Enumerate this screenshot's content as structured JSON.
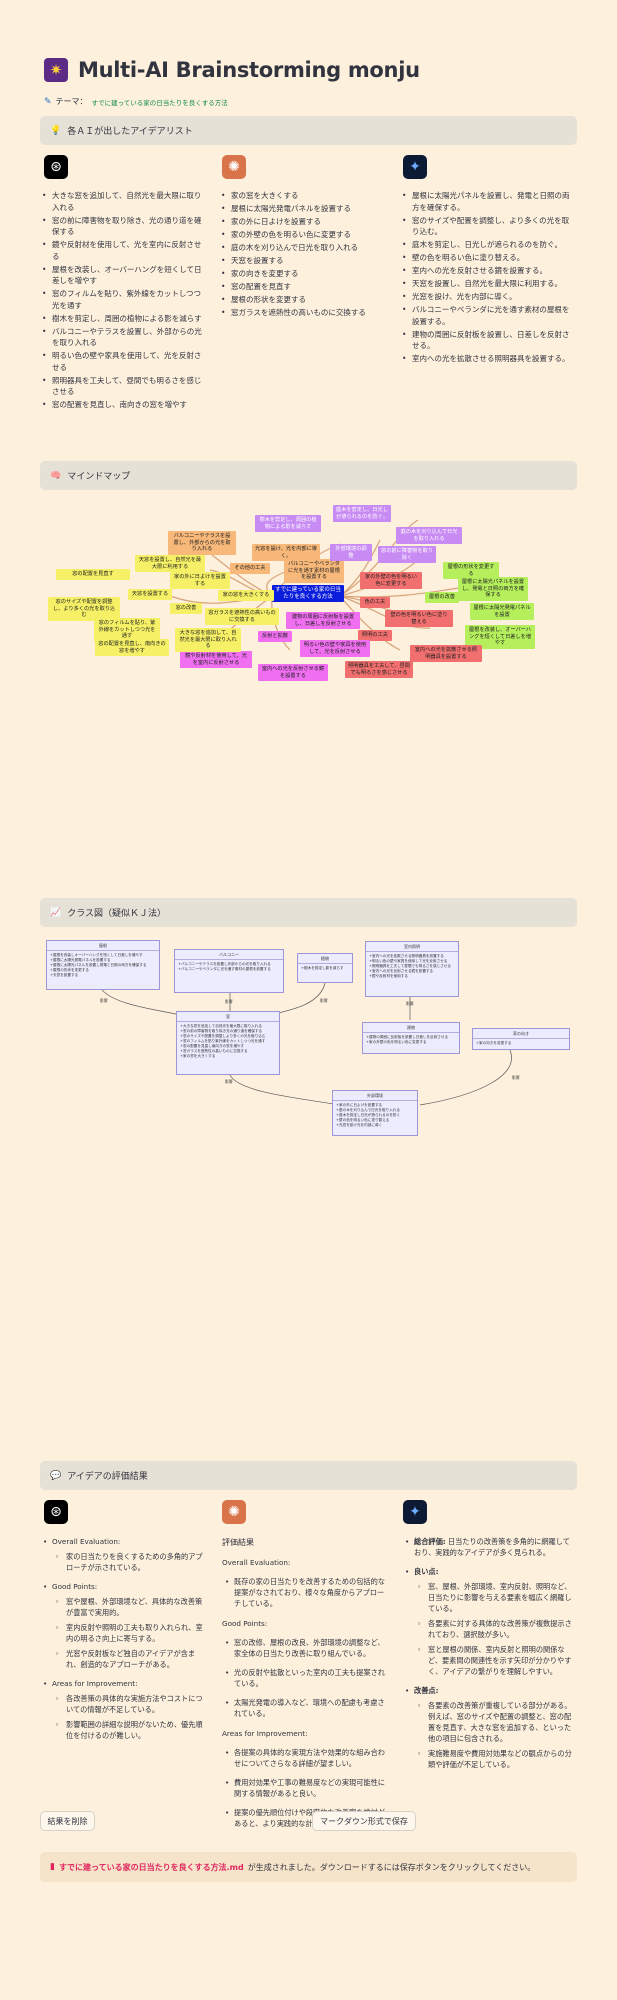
{
  "header": {
    "title": "Multi-AI Brainstorming monju",
    "theme_label": "テーマ：",
    "theme_value": "すでに建っている家の日当たりを良くする方法"
  },
  "sections": {
    "ideas": "各ＡＩが出したアイデアリスト",
    "mindmap": "マインドマップ",
    "cluster": "クラス図（疑似ＫＪ法）",
    "evaluation": "アイデアの評価結果"
  },
  "icons": {
    "app_logo": "sparkle-icon",
    "ideas": "lightbulb-icon",
    "mindmap": "brain-icon",
    "cluster": "chart-icon",
    "evaluation": "speech-bubble-icon",
    "gpt": "openai-logo-icon",
    "claude": "claude-logo-icon",
    "gemini": "gemini-logo-icon"
  },
  "ideas": {
    "gpt": [
      "大きな窓を追加して、自然光を最大限に取り入れる",
      "窓の前に障害物を取り除き、光の通り道を確保する",
      "鏡や反射材を使用して、光を室内に反射させる",
      "屋根を改装し、オーバーハングを短くして日差しを増やす",
      "窓のフィルムを貼り、紫外線をカットしつつ光を通す",
      "樹木を剪定し、周囲の植物による影を減らす",
      "バルコニーやテラスを設置し、外部からの光を取り入れる",
      "明るい色の壁や家具を使用して、光を反射させる",
      "照明器具を工夫して、昼間でも明るさを感じさせる",
      "窓の配置を見直し、南向きの窓を増やす"
    ],
    "claude": [
      "家の窓を大きくする",
      "屋根に太陽光発電パネルを設置する",
      "家の外に日よけを設置する",
      "家の外壁の色を明るい色に変更する",
      "庭の木を刈り込んで日光を取り入れる",
      "天窓を設置する",
      "家の向きを変更する",
      "窓の配置を見直す",
      "屋根の形状を変更する",
      "窓ガラスを遮熱性の高いものに交換する"
    ],
    "gemini": [
      "屋根に太陽光パネルを設置し、発電と日照の両方を確保する。",
      "窓のサイズや配置を調整し、より多くの光を取り込む。",
      "庭木を剪定し、日光しが遮られるのを防ぐ。",
      "壁の色を明るい色に塗り替える。",
      "室内への光を反射させる鏡を設置する。",
      "天窓を設置し、自然光を最大限に利用する。",
      "光窓を設け、光を内部に導く。",
      "バルコニーやベランダに光を通す素材の屋根を設置する。",
      "建物の周囲に反射板を設置し、日差しを反射させる。",
      "室内への光を拡散させる照明器具を設置する。"
    ]
  },
  "mindmap": {
    "center": "すでに建っている家の日当たりを良くする方法",
    "nodes": [
      {
        "text": "バルコニーやテラスを設置し、外部からの光を取り入れる",
        "color": "orange"
      },
      {
        "text": "光窓を設け、光を内部に導く。",
        "color": "orange"
      },
      {
        "text": "その他の工夫",
        "color": "orange"
      },
      {
        "text": "バルコニーやベランダに光を通す素材の屋根を設置する",
        "color": "orange"
      },
      {
        "text": "樹木を剪定し、周囲の植物による影を減らす",
        "color": "violet"
      },
      {
        "text": "庭木を剪定し、日光しが遮られるのを防ぐ。",
        "color": "violet"
      },
      {
        "text": "庭の木を刈り込んで日光を取り入れる",
        "color": "violet"
      },
      {
        "text": "外部環境の調整",
        "color": "violet"
      },
      {
        "text": "窓の前に障害物を取り除く",
        "color": "violet"
      },
      {
        "text": "家の外壁の色を明るい色に変更する",
        "color": "red"
      },
      {
        "text": "色の工夫",
        "color": "red"
      },
      {
        "text": "壁の色を明るい色に塗り替える",
        "color": "red"
      },
      {
        "text": "屋根の形状を変更する",
        "color": "lime"
      },
      {
        "text": "屋根の改善",
        "color": "lime"
      },
      {
        "text": "屋根に太陽光パネルを設置し、発電と日照の両方を確保する",
        "color": "lime"
      },
      {
        "text": "屋根に太陽光発電パネルを設置",
        "color": "lime"
      },
      {
        "text": "屋根を改装し、オーバーハングを短くして日差しを増やす",
        "color": "lime"
      },
      {
        "text": "照明の工夫",
        "color": "red"
      },
      {
        "text": "室内への光を拡散させる照明器具を設置する",
        "color": "red"
      },
      {
        "text": "照明器具を工夫して、昼間でも明るさを感じさせる",
        "color": "red"
      },
      {
        "text": "反射と拡散",
        "color": "magenta"
      },
      {
        "text": "明るい色の壁や家具を使用して、光を反射させる",
        "color": "magenta"
      },
      {
        "text": "建物の周囲に反射板を設置し、日差しを反射させる",
        "color": "magenta"
      },
      {
        "text": "鏡や反射材を使用して、光を室内に反射させる",
        "color": "magenta"
      },
      {
        "text": "室内への光を反射させる鏡を設置する",
        "color": "magenta"
      },
      {
        "text": "窓の改善",
        "color": "yellow"
      },
      {
        "text": "家の窓を大きくする",
        "color": "yellow"
      },
      {
        "text": "窓ガラスを遮熱性の高いものに交換する",
        "color": "yellow"
      },
      {
        "text": "大きな窓を追加して、自然光を最大限に取り入れる",
        "color": "yellow"
      },
      {
        "text": "窓のサイズや配置を調整し、より多くの光を取り込む",
        "color": "yellow"
      },
      {
        "text": "窓のフィルムを貼り、紫外線をカットしつつ光を通す",
        "color": "yellow"
      },
      {
        "text": "窓の配置を見直し、南向きの窓を増やす",
        "color": "yellow"
      },
      {
        "text": "天窓を設置する",
        "color": "yellow"
      },
      {
        "text": "家の外に日よけを設置する",
        "color": "yellow"
      },
      {
        "text": "天窓を設置し、自然光を最大限に利用する",
        "color": "yellow"
      },
      {
        "text": "窓の配置を見直す",
        "color": "yellow"
      }
    ]
  },
  "cluster": {
    "boxes": [
      {
        "title": "屋根",
        "items": [
          "屋根を改装しオーバーハングを短くして日差しを増やす",
          "屋根に太陽光発電パネルを設置する",
          "屋根に太陽光パネルを設置し発電と日照の両方を確保する",
          "屋根の形状を変更する",
          "天窓を設置する"
        ]
      },
      {
        "title": "バルコニー",
        "items": [
          "バルコニーやテラスを設置し外部からの光を取り入れる",
          "バルコニーやベランダに光を通す素材の屋根を設置する"
        ]
      },
      {
        "title": "植物",
        "items": [
          "樹木を剪定し影を減らす"
        ]
      },
      {
        "title": "室内照明",
        "items": [
          "室内への光を拡散させる照明器具を設置する",
          "明るい色の壁や家具を使用して光を反射させる",
          "照明器具を工夫して昼間でも明るさを感じさせる",
          "室内への光を反射させる鏡を設置する",
          "鏡や反射材を使用する"
        ]
      },
      {
        "title": "窓",
        "items": [
          "大きな窓を追加して自然光を最大限に取り入れる",
          "窓の前の障害物を取り除き光の通り道を確保する",
          "窓のサイズや配置を調整しより多くの光を取り込む",
          "窓のフィルムを貼り紫外線をカットしつつ光を通す",
          "窓の配置を見直し南向きの窓を増やす",
          "窓ガラスを遮熱性の高いものに交換する",
          "家の窓を大きくする"
        ]
      },
      {
        "title": "建物",
        "items": [
          "建物の周囲に反射板を設置し日差しを反射させる",
          "家の外壁の色を明るい色に変更する"
        ]
      },
      {
        "title": "家の向き",
        "items": [
          "家の向きを変更する"
        ]
      },
      {
        "title": "外部環境",
        "items": [
          "家の外に日よけを設置する",
          "庭の木を刈り込んで日光を取り入れる",
          "庭木を剪定し日光が遮られるのを防ぐ",
          "壁の色を明るい色に塗り替える",
          "光窓を設け光を内部に導く"
        ]
      }
    ],
    "edge_labels": [
      "影響",
      "影響",
      "影響",
      "影響",
      "影響",
      "影響"
    ]
  },
  "evaluation": {
    "gpt": {
      "overall_label": "Overall Evaluation:",
      "overall": "家の日当たりを良くするための多角的アプローチが示されている。",
      "good_label": "Good Points:",
      "good": [
        "窓や屋根、外部環境など、具体的な改善策が豊富で実用的。",
        "室内反射や照明の工夫も取り入れられ、室内の明るさ向上に寄与する。",
        "光窓や反射板など独自のアイデアが含まれ、創造的なアプローチがある。"
      ],
      "improve_label": "Areas for Improvement:",
      "improve": [
        "各改善策の具体的な実施方法やコストについての情報が不足している。",
        "影響範囲の詳細な説明がないため、優先順位を付けるのが難しい。"
      ]
    },
    "claude": {
      "heading": "評価結果",
      "overall_label": "Overall Evaluation:",
      "overall": "既存の家の日当たりを改善するための包括的な提案がなされており、様々な角度からアプローチしている。",
      "good_label": "Good Points:",
      "good": [
        "窓の改修、屋根の改良、外部環境の調整など、家全体の日当たり改善に取り組んでいる。",
        "光の反射や拡散といった室内の工夫も提案されている。",
        "太陽光発電の導入など、環境への配慮も考慮されている。"
      ],
      "improve_label": "Areas for Improvement:",
      "improve": [
        "各提案の具体的な実現方法や効果的な組み合わせについてさらなる詳細が望ましい。",
        "費用対効果や工事の難易度などの実現可能性に関する情報があると良い。",
        "提案の優先順位付けや段階的な改善案を検討があると、より実践的な計画となる。"
      ]
    },
    "gemini": {
      "overall_label": "総合評価:",
      "overall": "日当たりの改善策を多角的に網羅しており、実践的なアイデアが多く見られる。",
      "good_label": "良い点:",
      "good": [
        "窓、屋根、外部環境、室内反射、照明など、日当たりに影響を与える要素を幅広く網羅している。",
        "各要素に対する具体的な改善策が複数提示されており、選択肢が多い。",
        "窓と屋根の関係、室内反射と照明の関係など、要素間の関連性を示す矢印が分かりやすく、アイデアの繋がりを理解しやすい。"
      ],
      "improve_label": "改善点:",
      "improve": [
        "各要素の改善策が重複している部分がある。例えば、窓のサイズや配置の調整と、窓の配置を見直す、大きな窓を追加する、といった他の項目に包含される。",
        "実施難易度や費用対効果などの観点からの分類や評価が不足している。"
      ]
    }
  },
  "buttons": {
    "clear": "結果を削除",
    "save": "マークダウン形式で保存"
  },
  "notice": {
    "filename": "すでに建っている家の日当たりを良くする方法.md",
    "message": "が生成されました。ダウンロードするには保存ボタンをクリックしてください。"
  }
}
